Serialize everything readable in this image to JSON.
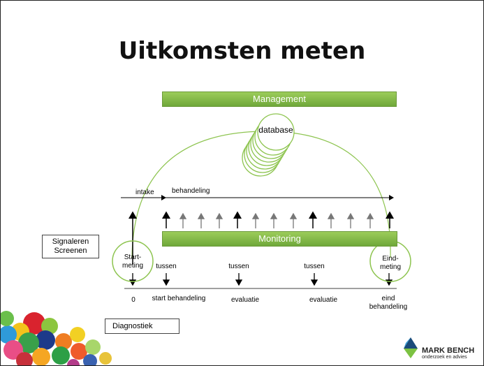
{
  "slide": {
    "title": "Uitkomsten meten",
    "management_label": "Management",
    "database_label": "database",
    "monitoring_label": "Monitoring",
    "intake_label": "intake",
    "behandeling_label": "behandeling",
    "signaleren_line1": "Signaleren",
    "signaleren_line2": "Screenen",
    "startmeting_line1": "Start-",
    "startmeting_line2": "meting",
    "eindmeting_line1": "Eind-",
    "eindmeting_line2": "meting",
    "tussen": [
      "tussen",
      "tussen",
      "tussen"
    ],
    "timeline": [
      "0",
      "start behandeling",
      "evaluatie",
      "evaluatie"
    ],
    "eind_line1": "eind",
    "eind_line2": "behandeling",
    "diagnostiek_label": "Diagnostiek",
    "logo_name": "MARK BENCH",
    "logo_tagline": "onderzoek en advies"
  },
  "colors": {
    "bar_green": "#7db543",
    "circle_green": "#9fd35b",
    "arrow_gray": "#777777"
  }
}
